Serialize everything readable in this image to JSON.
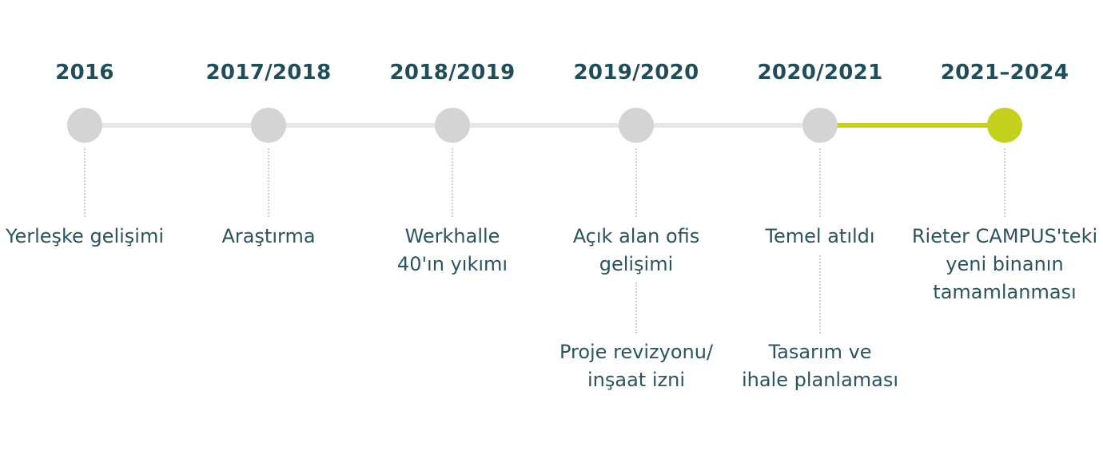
{
  "timeline": {
    "accent_color": "#c4d21f",
    "inactive_color": "#d4d4d4",
    "milestones": [
      {
        "year": "2016",
        "label": "Yerleşke gelişimi",
        "sublabel": "",
        "active": false
      },
      {
        "year": "2017/2018",
        "label": "Araştırma",
        "sublabel": "",
        "active": false
      },
      {
        "year": "2018/2019",
        "label": "Werkhalle\n40'ın yıkımı",
        "sublabel": "",
        "active": false
      },
      {
        "year": "2019/2020",
        "label": "Açık alan ofis\ngelişimi",
        "sublabel": "Proje revizyonu/\ninşaat izni",
        "active": false
      },
      {
        "year": "2020/2021",
        "label": "Temel atıldı",
        "sublabel": "Tasarım ve\nihale planlaması",
        "active": false
      },
      {
        "year": "2021–2024",
        "label": "Rieter CAMPUS'teki\nyeni binanın\ntamamlanması",
        "sublabel": "",
        "active": true
      }
    ]
  }
}
